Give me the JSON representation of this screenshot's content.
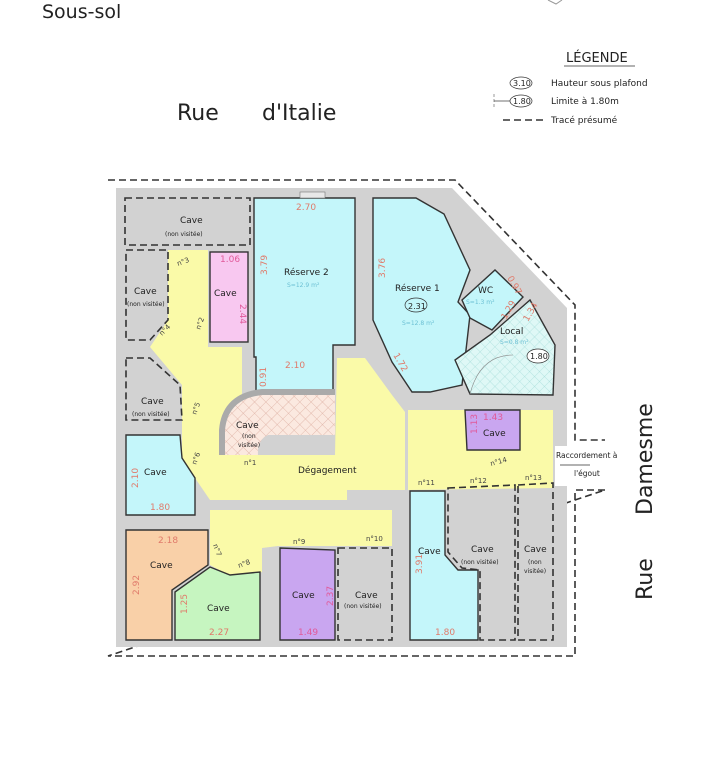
{
  "title": "Sous-sol",
  "legend": {
    "title": "LÉGENDE",
    "items": [
      {
        "symbol": "3.10",
        "label": "Hauteur sous plafond"
      },
      {
        "symbol": "1.80",
        "label": "Limite à 1.80m"
      },
      {
        "label": "Tracé présumé"
      }
    ]
  },
  "streets": {
    "italie_rue": "Rue",
    "italie_name": "d'Italie",
    "damesme_rue": "Rue",
    "damesme_name": "Damesme"
  },
  "sewer": {
    "line1": "Raccordement à",
    "line2": "l'égout"
  },
  "colors": {
    "wall": "#d2d2d2",
    "corridor": "#fafaa8",
    "cyan": "#c4f6fa",
    "green": "#c6f5c0",
    "purple": "#c9a6f0",
    "pink": "#f8c8f0",
    "orange": "#f9d0a8"
  },
  "rooms": {
    "cave_top": {
      "name": "Cave",
      "note": "(non visitée)"
    },
    "cave_purple_left": {
      "name": "Cave",
      "note": "(non visitée)"
    },
    "cave_pink_top": {
      "name": "Cave",
      "dims": [
        "1.06",
        "2.44"
      ]
    },
    "reserve2": {
      "name": "Réserve 2",
      "area": "S=12.9 m²",
      "dims": [
        "2.70",
        "3.79",
        "2.10",
        "0.91"
      ]
    },
    "reserve1": {
      "name": "Réserve 1",
      "height": "2.31",
      "area": "S=12.8 m²",
      "dims": [
        "3.76",
        "1.72"
      ]
    },
    "wc": {
      "name": "WC",
      "area": "S=1.3 m²",
      "dims": [
        "0.97",
        "1.29"
      ]
    },
    "local": {
      "name": "Local",
      "area": "S=0.8 m²",
      "height": "1.80",
      "dims": [
        "1.34"
      ]
    },
    "cave_green_left": {
      "name": "Cave",
      "note": "(non visitée)"
    },
    "cave_stair": {
      "name": "Cave",
      "note1": "(non",
      "note2": "visitée)"
    },
    "degagement": {
      "name": "Dégagement"
    },
    "cave_cyan_left": {
      "name": "Cave",
      "dims": [
        "2.10",
        "1.80"
      ]
    },
    "cave_purple_small": {
      "name": "Cave",
      "dims": [
        "1.43",
        "1.13"
      ]
    },
    "cave_orange_left": {
      "name": "Cave",
      "dims": [
        "2.18",
        "2.92"
      ]
    },
    "cave_green_bottom": {
      "name": "Cave",
      "dims": [
        "1.25",
        "2.27"
      ]
    },
    "cave_purple_bottom": {
      "name": "Cave",
      "dims": [
        "2.37",
        "1.49"
      ]
    },
    "cave_pink_bottom": {
      "name": "Cave",
      "note": "(non visitée)"
    },
    "cave_cyan_right": {
      "name": "Cave",
      "dims": [
        "3.91",
        "1.80"
      ]
    },
    "cave_orange_right": {
      "name": "Cave",
      "note": "(non visitée)"
    },
    "cave_green_right": {
      "name": "Cave",
      "note1": "(non",
      "note2": "visitée)"
    }
  },
  "doors": [
    "n°1",
    "n°2",
    "n°3",
    "n°4",
    "n°5",
    "n°6",
    "n°7",
    "n°8",
    "n°9",
    "n°10",
    "n°11",
    "n°12",
    "n°13",
    "n°14"
  ]
}
